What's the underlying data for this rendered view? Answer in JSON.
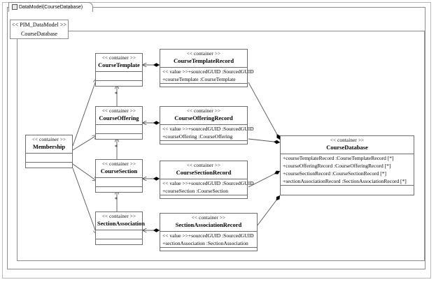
{
  "window": {
    "tab_label": "DataModel(CourseDatabase)",
    "tab_icon": "diagram-icon"
  },
  "package": {
    "stereotype": "<< PIM_DataModel >>",
    "name": "CourseDatabase"
  },
  "stereotypes": {
    "container": "<< container >>",
    "value": "<< value >>"
  },
  "multiplicity": {
    "star": "*"
  },
  "classes": {
    "membership": {
      "stereotype": "<< container >>",
      "name": "Membership",
      "attributes": []
    },
    "course_template": {
      "stereotype": "<< container >>",
      "name": "CourseTemplate",
      "attributes": []
    },
    "course_offering": {
      "stereotype": "<< container >>",
      "name": "CourseOffering",
      "attributes": []
    },
    "course_section": {
      "stereotype": "<< container >>",
      "name": "CourseSection",
      "attributes": []
    },
    "section_association": {
      "stereotype": "<< container >>",
      "name": "SectionAssociation",
      "attributes": []
    },
    "course_template_record": {
      "stereotype": "<< container >>",
      "name": "CourseTemplateRecord",
      "attributes": [
        "<< value >>+sourcedGUID :SourcedGUID",
        "+courseTemplate :CourseTemplate"
      ]
    },
    "course_offering_record": {
      "stereotype": "<< container >>",
      "name": "CourseOfferingRecord",
      "attributes": [
        "<< value >>+sourcedGUID :SourcedGUID",
        "+courseOffering :CourseOffering"
      ]
    },
    "course_section_record": {
      "stereotype": "<< container >>",
      "name": "CourseSectionRecord",
      "attributes": [
        "<< value >>+sourcedGUID :SourcedGUID",
        "+courseSection :CourseSection"
      ]
    },
    "section_association_record": {
      "stereotype": "<< container >>",
      "name": "SectionAssociationRecord",
      "attributes": [
        "<< value >>+sourcedGUID :SourcedGUID",
        "+sectionAssociation :SectionAssociation"
      ]
    },
    "course_database": {
      "stereotype": "<< container >>",
      "name": "CourseDatabase",
      "attributes": [
        "+courseTemplateRecord :CourseTemplateRecord [*]",
        "+courseOfferingRecord :CourseOfferingRecord [*]",
        "+courseSectionRecord :CourseSectionRecord [*]",
        "+sectionAssociationRecord  :SectionAssociationRecord  [*]"
      ]
    }
  },
  "colors": {
    "frame": "#8c8c8c",
    "outer_frame": "#b9b9b9",
    "class_border": "#6d6d6d",
    "line": "#555555",
    "background": "#ffffff"
  }
}
